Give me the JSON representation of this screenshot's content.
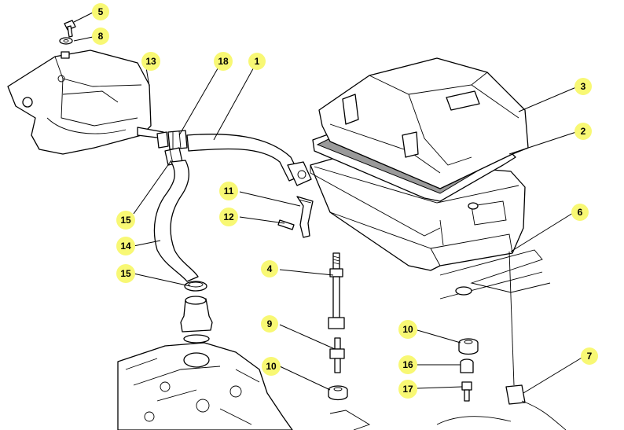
{
  "callouts": [
    {
      "id": "c5",
      "label": "5"
    },
    {
      "id": "c8",
      "label": "8"
    },
    {
      "id": "c13",
      "label": "13"
    },
    {
      "id": "c18",
      "label": "18"
    },
    {
      "id": "c1",
      "label": "1"
    },
    {
      "id": "c3",
      "label": "3"
    },
    {
      "id": "c2",
      "label": "2"
    },
    {
      "id": "c6",
      "label": "6"
    },
    {
      "id": "c11",
      "label": "11"
    },
    {
      "id": "c12",
      "label": "12"
    },
    {
      "id": "c15a",
      "label": "15"
    },
    {
      "id": "c14",
      "label": "14"
    },
    {
      "id": "c15b",
      "label": "15"
    },
    {
      "id": "c4",
      "label": "4"
    },
    {
      "id": "c9",
      "label": "9"
    },
    {
      "id": "c10a",
      "label": "10"
    },
    {
      "id": "c10b",
      "label": "10"
    },
    {
      "id": "c16",
      "label": "16"
    },
    {
      "id": "c17",
      "label": "17"
    },
    {
      "id": "c7",
      "label": "7"
    }
  ],
  "colors": {
    "callout_highlight": "#f8f874",
    "line": "#000000",
    "background": "#ffffff"
  }
}
